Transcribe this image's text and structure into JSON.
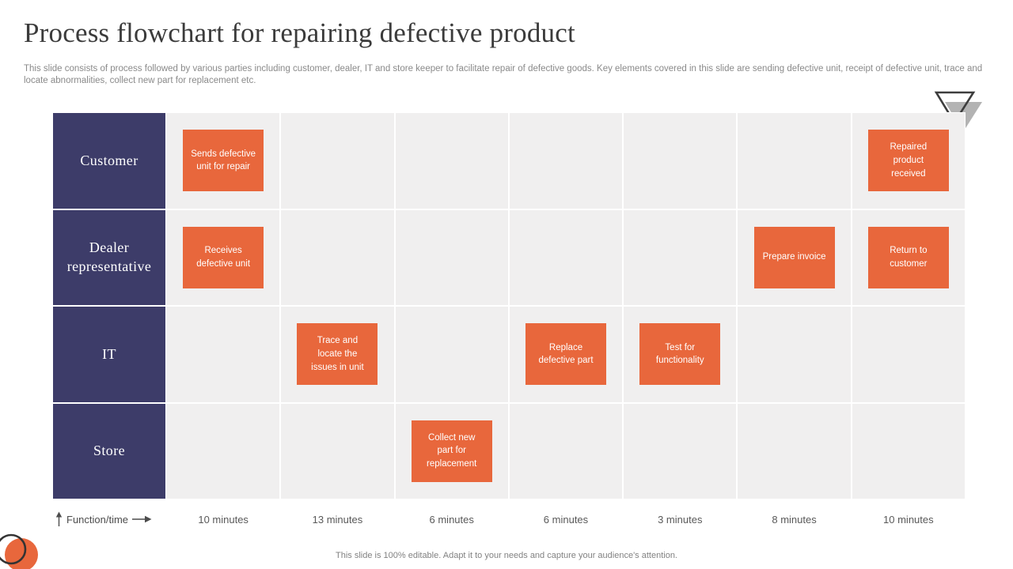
{
  "slide": {
    "title": "Process flowchart for repairing defective product",
    "subtitle": "This slide consists of process followed by various parties including customer, dealer, IT and store keeper to facilitate repair of defective goods. Key elements covered in this slide are sending defective unit, receipt of defective unit, trace and locate abnormalities, collect new part for replacement etc.",
    "footer": "This slide is 100% editable. Adapt it to your needs and capture your audience's attention."
  },
  "colors": {
    "accent_orange": "#e8673c",
    "lane_navy": "#3d3c69",
    "grid_fill": "#f0efef",
    "arrow_gray": "#595959"
  },
  "chart_data": {
    "type": "swimlane-flowchart",
    "lanes": [
      "Customer",
      "Dealer representative",
      "IT",
      "Store"
    ],
    "axis_label": "Function/time",
    "time_columns": [
      "10 minutes",
      "13 minutes",
      "6 minutes",
      "6 minutes",
      "3 minutes",
      "8 minutes",
      "10 minutes"
    ],
    "steps": [
      {
        "id": 1,
        "label": "Sends defective unit for repair",
        "lane": "Customer",
        "column": 1
      },
      {
        "id": 2,
        "label": "Receives defective unit",
        "lane": "Dealer representative",
        "column": 1
      },
      {
        "id": 3,
        "label": "Trace and locate the issues in unit",
        "lane": "IT",
        "column": 2
      },
      {
        "id": 4,
        "label": "Collect new part for replacement",
        "lane": "Store",
        "column": 3
      },
      {
        "id": 5,
        "label": "Replace defective part",
        "lane": "IT",
        "column": 4
      },
      {
        "id": 6,
        "label": "Test for functionality",
        "lane": "IT",
        "column": 5
      },
      {
        "id": 7,
        "label": "Prepare invoice",
        "lane": "Dealer representative",
        "column": 6
      },
      {
        "id": 8,
        "label": "Return to customer",
        "lane": "Dealer representative",
        "column": 7
      },
      {
        "id": 9,
        "label": "Repaired product received",
        "lane": "Customer",
        "column": 7
      }
    ],
    "flows": [
      [
        1,
        2
      ],
      [
        2,
        3
      ],
      [
        3,
        4
      ],
      [
        4,
        5
      ],
      [
        5,
        6
      ],
      [
        6,
        7
      ],
      [
        7,
        8
      ],
      [
        8,
        9
      ]
    ]
  }
}
